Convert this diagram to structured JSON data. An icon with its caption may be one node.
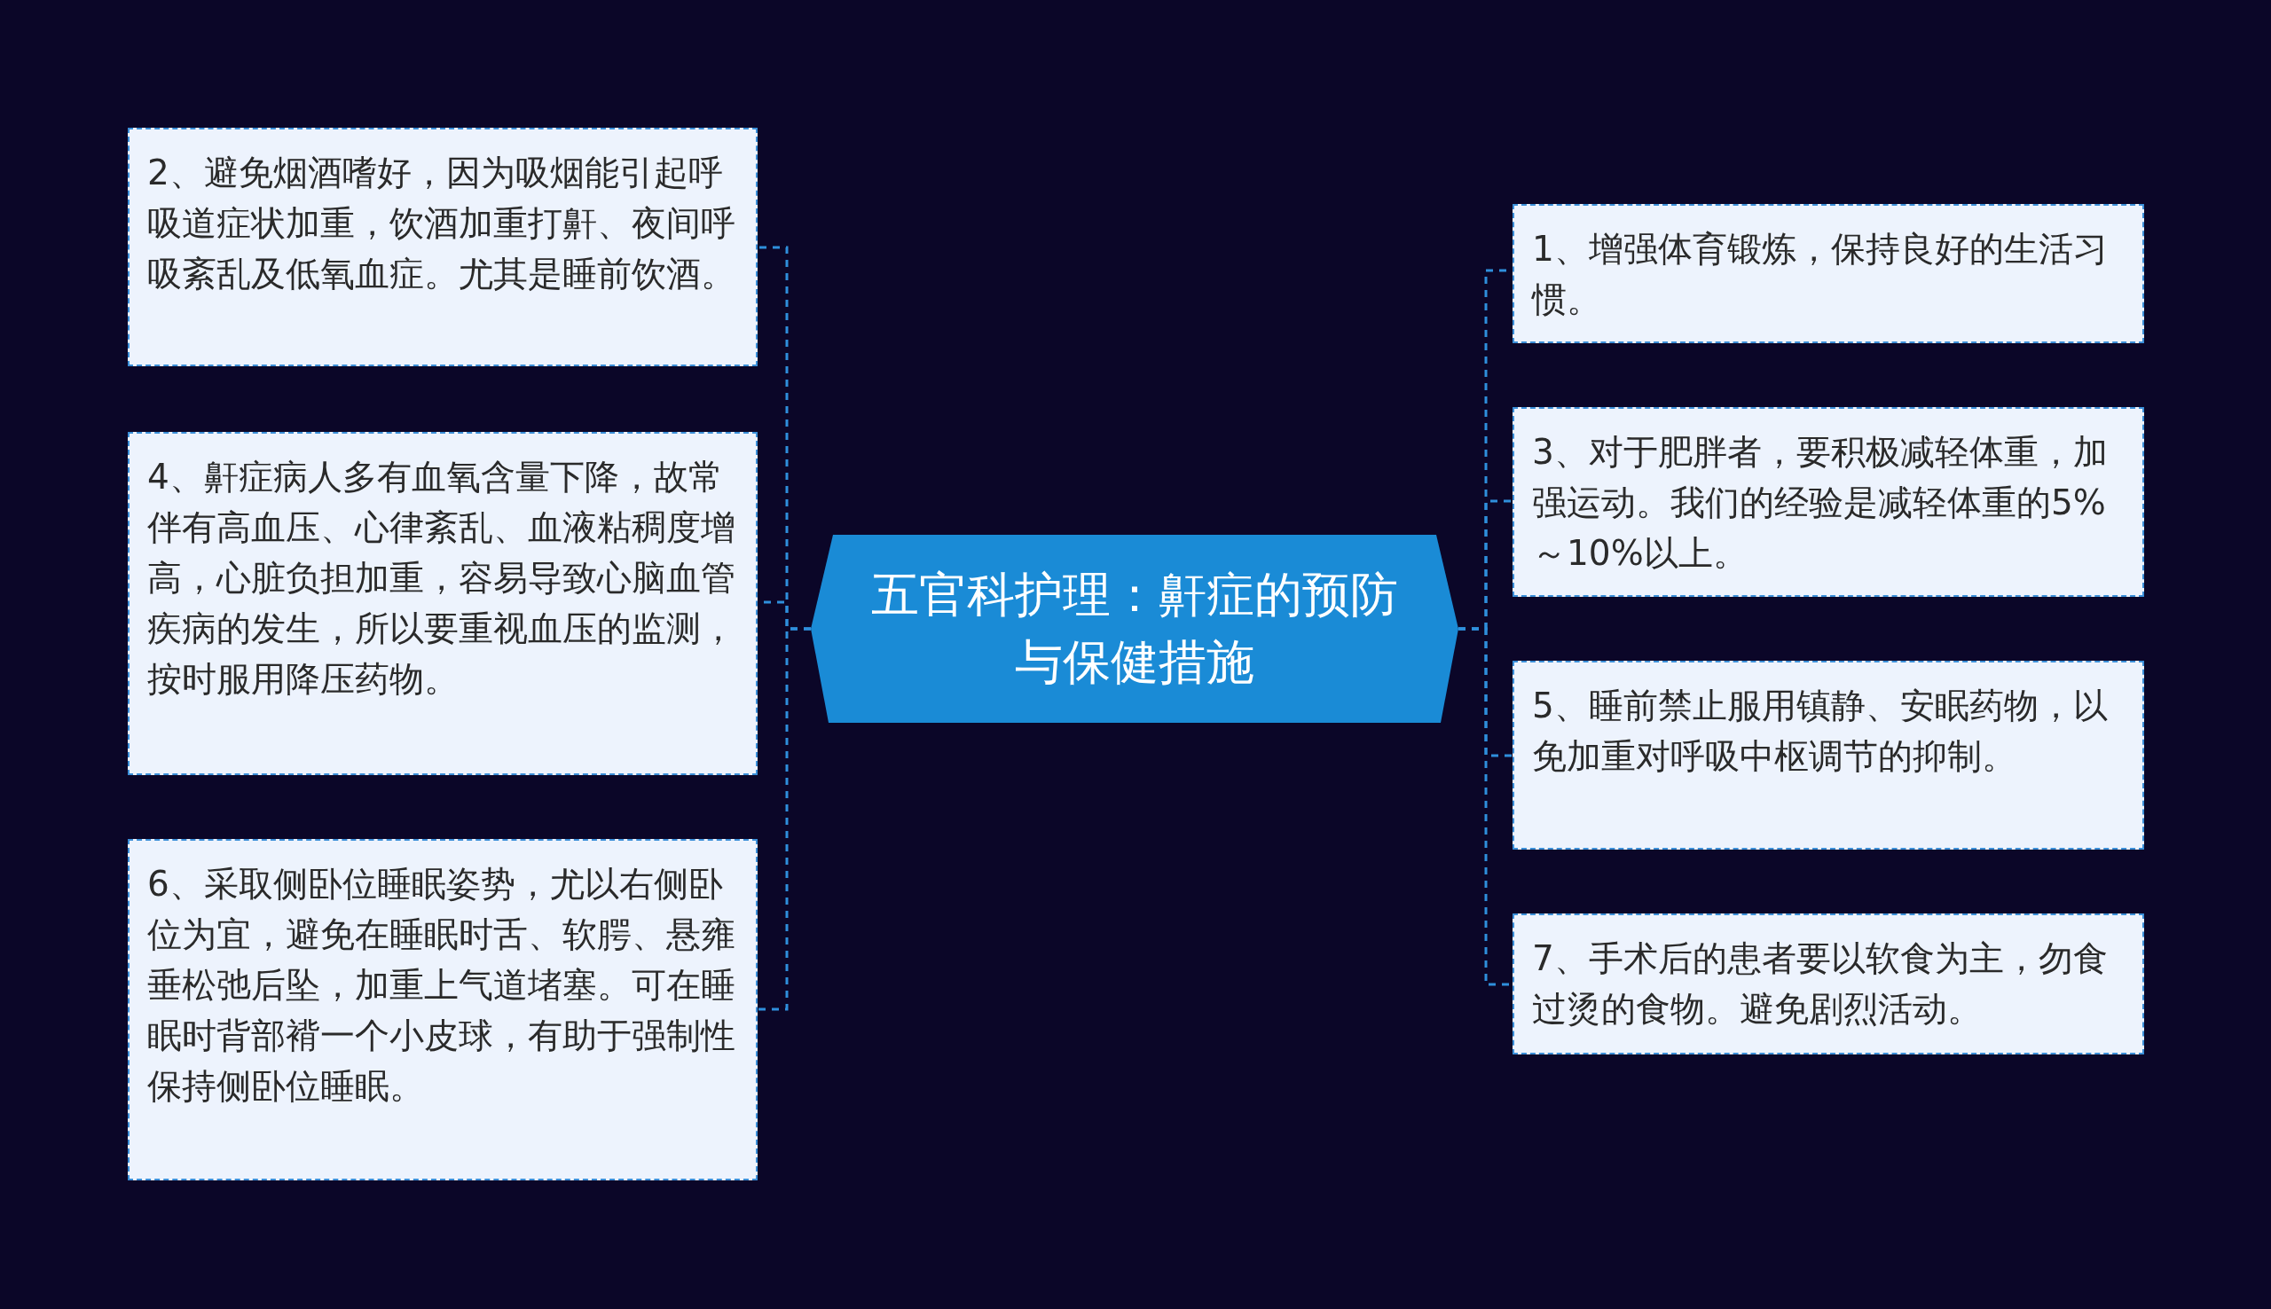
{
  "diagram": {
    "nodes": [
      {
        "text": [
          "五官科护理：鼾症的预防与保健措施"
        ]
      },
      {
        "text": [
          "1、增强体育锻炼，保持良好的生活习惯。"
        ]
      },
      {
        "text": [
          "2、避免烟酒嗜好，因为吸烟能引起呼吸道症状加重，饮酒加重打鼾、夜间呼吸紊乱及低氧血症。尤其是睡前饮酒。"
        ]
      },
      {
        "text": [
          "3、对于肥胖者，要积极减轻体重，加强运动。我们的经验是减轻体重的5%～10%以上。"
        ]
      },
      {
        "text": [
          "4、鼾症病人多有血氧含量下降，故常伴有高血压、心律紊乱、血液粘稠度增高，心脏负担加重，容易导致心脑血管疾病的发生，所以要重视血压的监测，按时服用降压药物。"
        ]
      },
      {
        "text": [
          "5、睡前禁止服用镇静、安眠药物，以免加重对呼吸中枢调节的抑制。"
        ]
      },
      {
        "text": [
          "6、采取侧卧位睡眠姿势，尤以右侧卧位为宜，避免在睡眠时舌、软腭、悬雍垂松弛后坠，加重上气道堵塞。可在睡眠时背部褙一个小皮球，有助于强制性保持侧卧位睡眠。"
        ]
      },
      {
        "text": [
          "7、手术后的患者要以软食为主，勿食过烫的食物。避免剧烈活动。"
        ]
      }
    ],
    "edges": [
      {
        "from": 0,
        "to": 1,
        "arrow": "none",
        "style": "dashed"
      },
      {
        "from": 0,
        "to": 2,
        "arrow": "none",
        "style": "dashed"
      },
      {
        "from": 0,
        "to": 3,
        "arrow": "none",
        "style": "dashed"
      },
      {
        "from": 0,
        "to": 4,
        "arrow": "none",
        "style": "dashed"
      },
      {
        "from": 0,
        "to": 5,
        "arrow": "none",
        "style": "dashed"
      },
      {
        "from": 0,
        "to": 6,
        "arrow": "none",
        "style": "dashed"
      },
      {
        "from": 0,
        "to": 7,
        "arrow": "none",
        "style": "dashed"
      }
    ]
  }
}
